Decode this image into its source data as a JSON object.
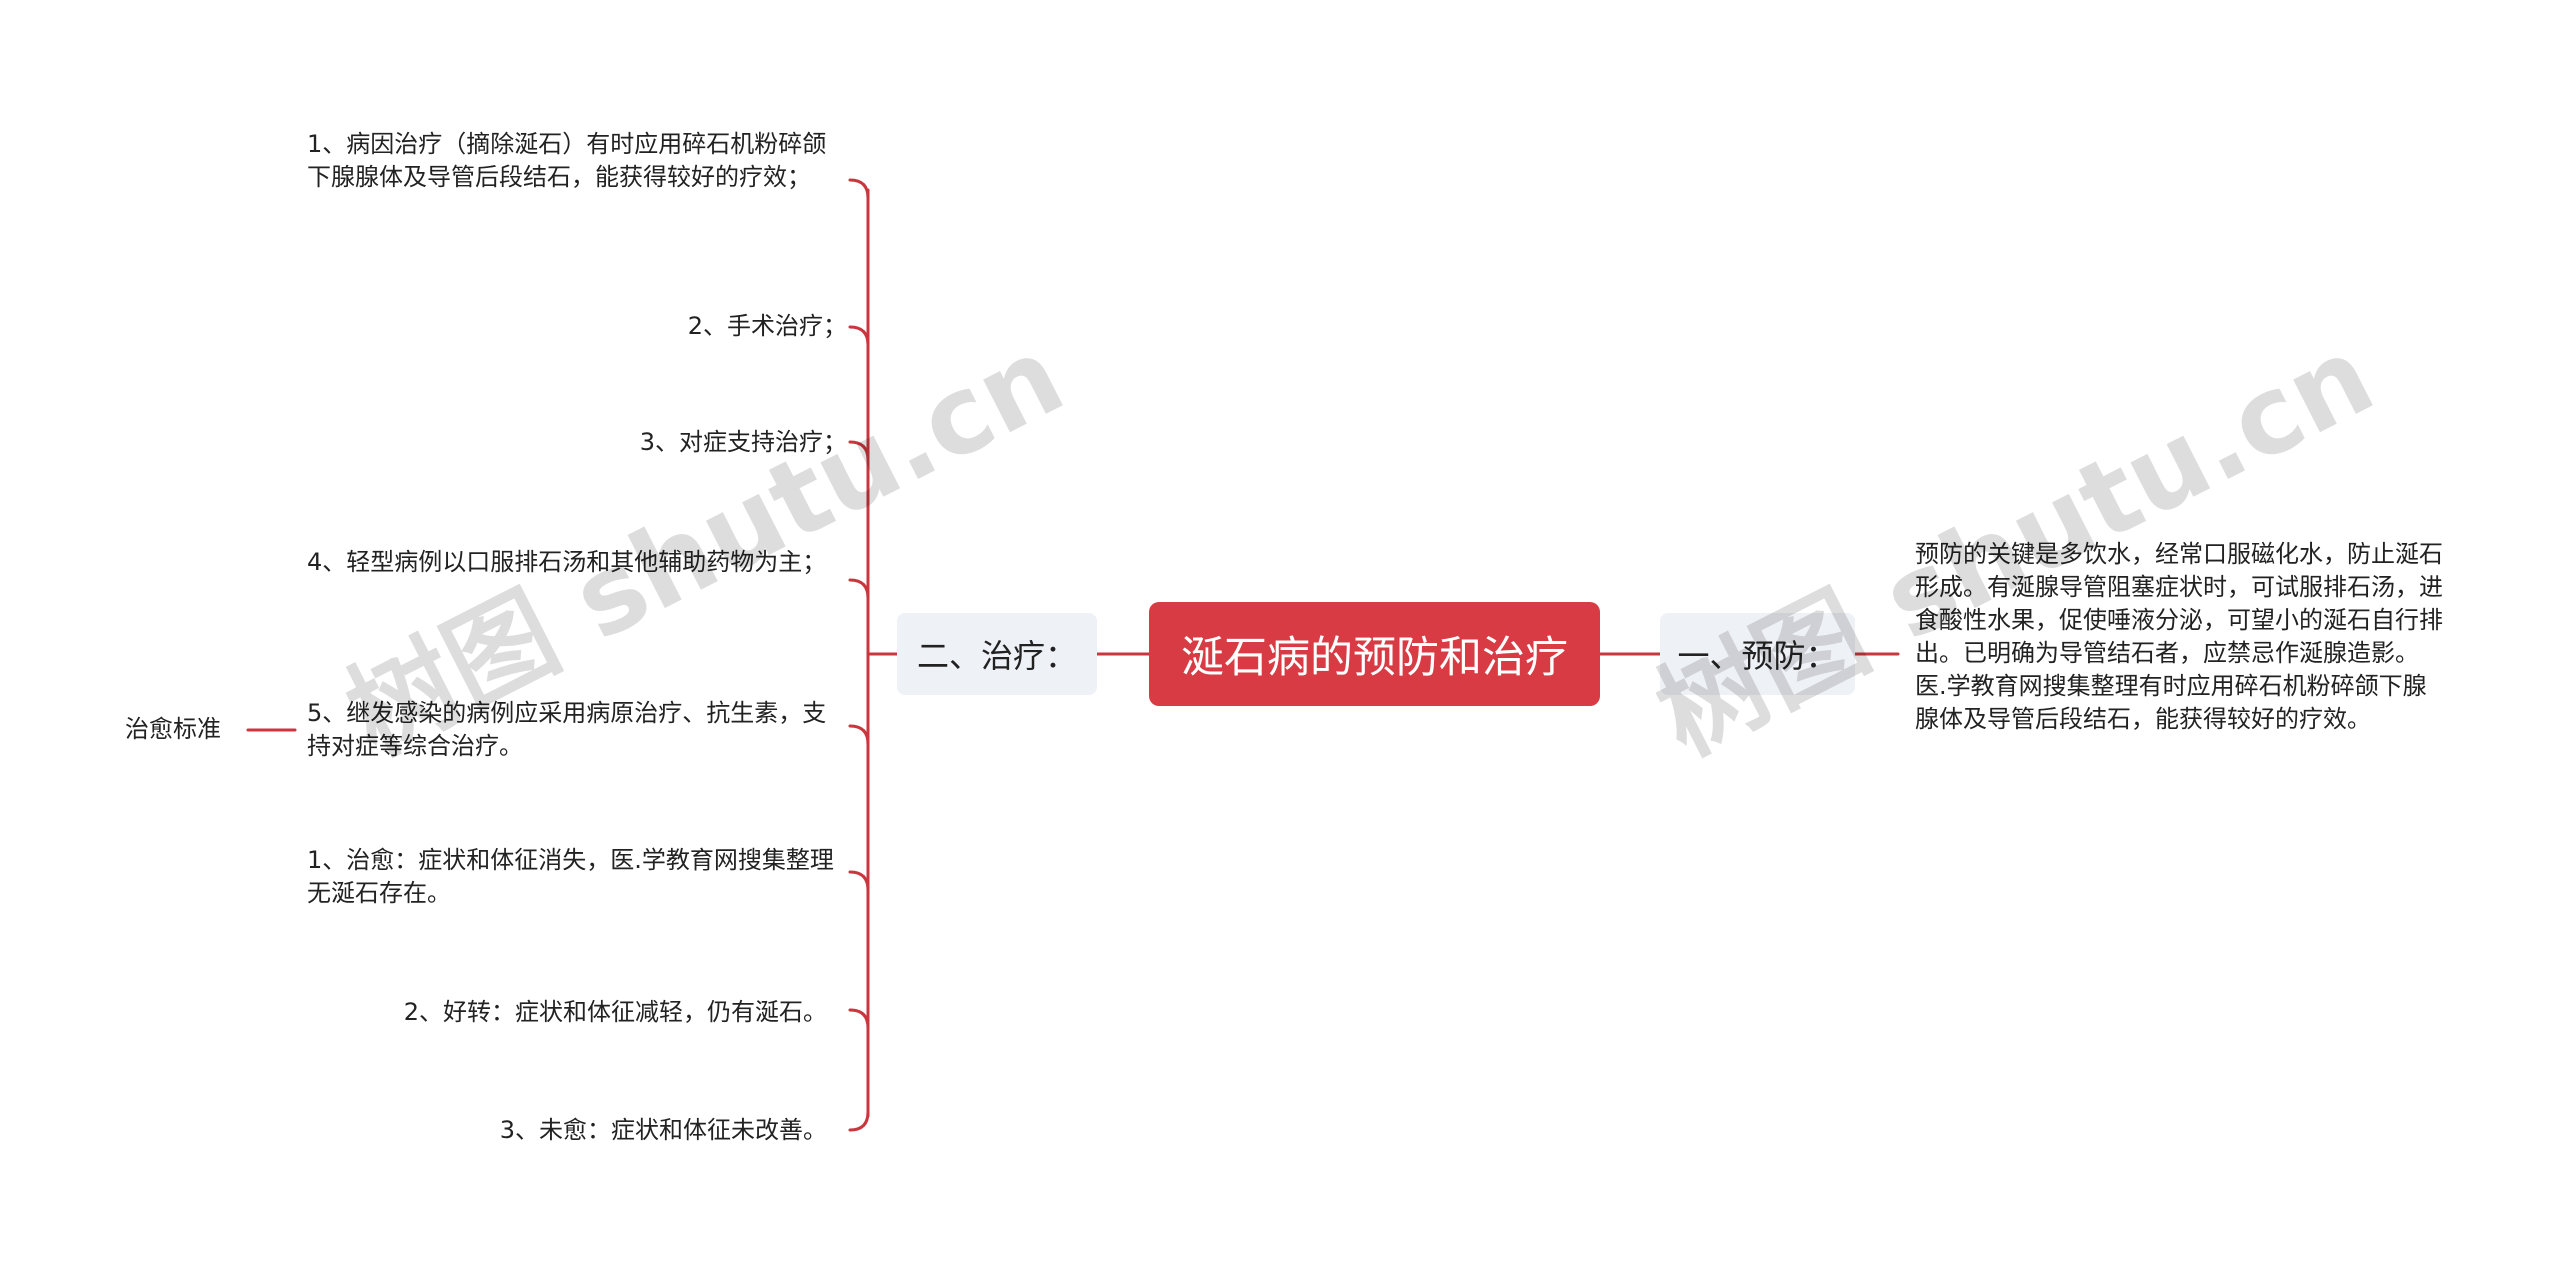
{
  "root": {
    "label": "涎石病的预防和治疗"
  },
  "left_branch": {
    "label": "二、治疗：",
    "items": [
      "1、病因治疗（摘除涎石）有时应用碎石机粉碎颌下腺腺体及导管后段结石，能获得较好的疗效；",
      "2、手术治疗；",
      "3、对症支持治疗；",
      "4、轻型病例以口服排石汤和其他辅助药物为主；",
      "5、继发感染的病例应采用病原治疗、抗生素，支持对症等综合治疗。",
      "1、治愈：症状和体征消失，医.学教育网搜集整理无涎石存在。",
      "2、好转：症状和体征减轻，仍有涎石。",
      "3、未愈：症状和体征未改善。"
    ],
    "sub_label": "治愈标准"
  },
  "right_branch": {
    "label": "一、预防：",
    "text": "预防的关键是多饮水，经常口服磁化水，防止涎石形成。有涎腺导管阻塞症状时，可试服排石汤，进食酸性水果，促使唾液分泌，可望小的涎石自行排出。已明确为导管结石者，应禁忌作涎腺造影。医.学教育网搜集整理有时应用碎石机粉碎颌下腺腺体及导管后段结石，能获得较好的疗效。"
  },
  "watermarks": [
    "树图 shutu.cn",
    "树图 shutu.cn"
  ],
  "colors": {
    "accent": "#d83b44",
    "branch_bg": "#eef1f6",
    "line": "#c9363e"
  }
}
